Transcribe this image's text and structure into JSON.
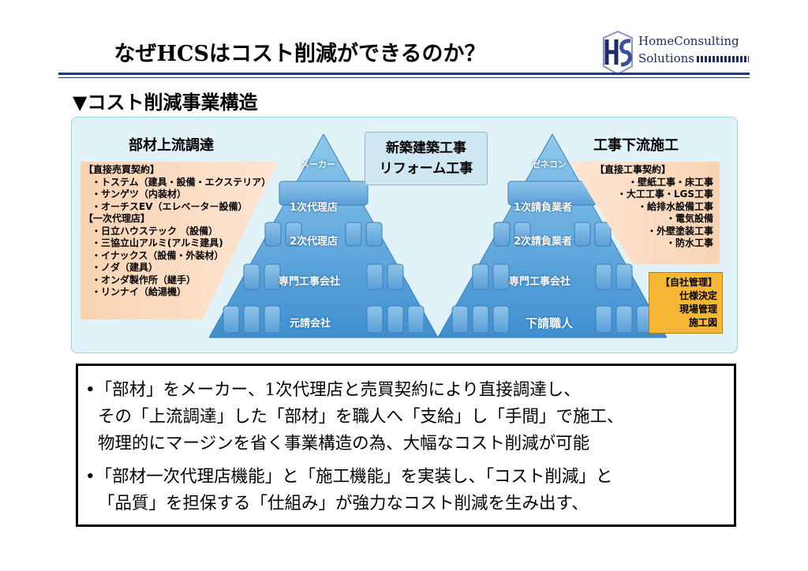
{
  "header": {
    "title": "なぜHCSはコスト削減ができるのか？",
    "logo_line1": "HomeConsulting",
    "logo_line2": "Solutions"
  },
  "section_heading": "▼コスト削減事業構造",
  "diagram": {
    "center_lines": [
      "新築建築工事",
      "リフォーム工事"
    ],
    "left": {
      "title": "部材上流調達",
      "lines": [
        "【直接売買契約】",
        "・トステム（建具・設備・エクステリア）",
        "・サンゲツ（内装材）",
        "・オーチスEV（エレベーター設備）",
        "【一次代理店】",
        "・日立ハウステック （設備）",
        "・三協立山アルミ(アルミ建具)",
        "・イナックス（設備・外装材）",
        "・ノダ（建具）",
        "・オンダ製作所（継手）",
        "・リンナイ（給湯機）"
      ],
      "pyramid": [
        "メーカー",
        "1次代理店",
        "2次代理店",
        "専門工事会社",
        "元請会社"
      ]
    },
    "right": {
      "title": "工事下流施工",
      "lines": [
        "【直接工事契約】",
        "・壁紙工事・床工事",
        "・大工工事・LGS工事",
        "・給排水設備工事",
        "・電気設備",
        "・外壁塗装工事",
        "・防水工事"
      ],
      "own_lines": [
        "【自社管理】",
        "仕様決定",
        "現場管理",
        "施工図"
      ],
      "pyramid": [
        "ゼネコン",
        "1次請負業者",
        "2次請負業者",
        "専門工事会社",
        "下請職人"
      ]
    }
  },
  "bullets": [
    "•「部材」をメーカー、1次代理店と売買契約により直接調達し、",
    "その「上流調達」した「部材」を職人へ「支給」し「手間」で施工、",
    "物理的にマージンを省く事業構造の為、大幅なコスト削減が可能",
    "•「部材一次代理店機能」と「施工機能」を実装し、「コスト削減」と",
    "「品質」を担保する「仕組み」が強力なコスト削減を生み出す、"
  ]
}
